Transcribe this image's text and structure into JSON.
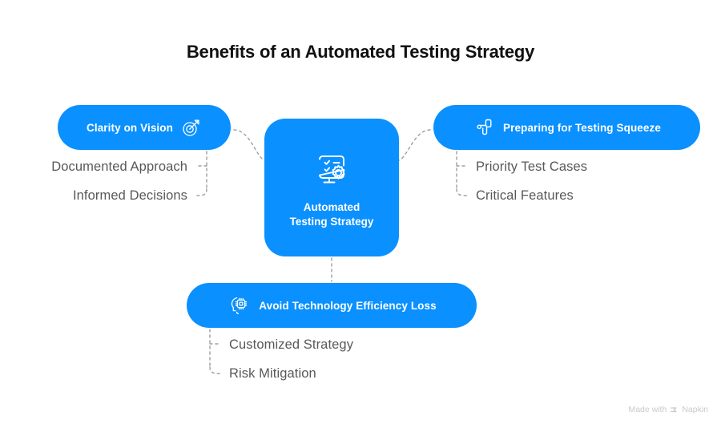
{
  "page": {
    "title": "Benefits of an Automated Testing Strategy",
    "background_color": "#ffffff",
    "accent_color": "#0a90ff",
    "text_color": "#57585a",
    "title_color": "#111111",
    "connector_color": "#9aa0a6"
  },
  "center": {
    "label": "Automated\nTesting Strategy",
    "icon": "checklist-gear-icon"
  },
  "branches": [
    {
      "id": "clarity",
      "label": "Clarity on Vision",
      "icon": "target-arrow-icon",
      "icon_side": "right",
      "position": "left",
      "items": [
        {
          "label": "Documented Approach"
        },
        {
          "label": "Informed Decisions"
        }
      ]
    },
    {
      "id": "squeeze",
      "label": "Preparing for Testing Squeeze",
      "icon": "squeeze-blocks-icon",
      "icon_side": "left",
      "position": "right",
      "items": [
        {
          "label": "Priority Test Cases"
        },
        {
          "label": "Critical Features"
        }
      ]
    },
    {
      "id": "technology",
      "label": "Avoid Technology Efficiency Loss",
      "icon": "head-microchip-icon",
      "icon_side": "left",
      "position": "bottom",
      "items": [
        {
          "label": "Customized Strategy"
        },
        {
          "label": "Risk Mitigation"
        }
      ]
    }
  ],
  "watermark": {
    "prefix": "Made with",
    "brand": "Napkin",
    "icon": "napkin-logo-icon"
  }
}
